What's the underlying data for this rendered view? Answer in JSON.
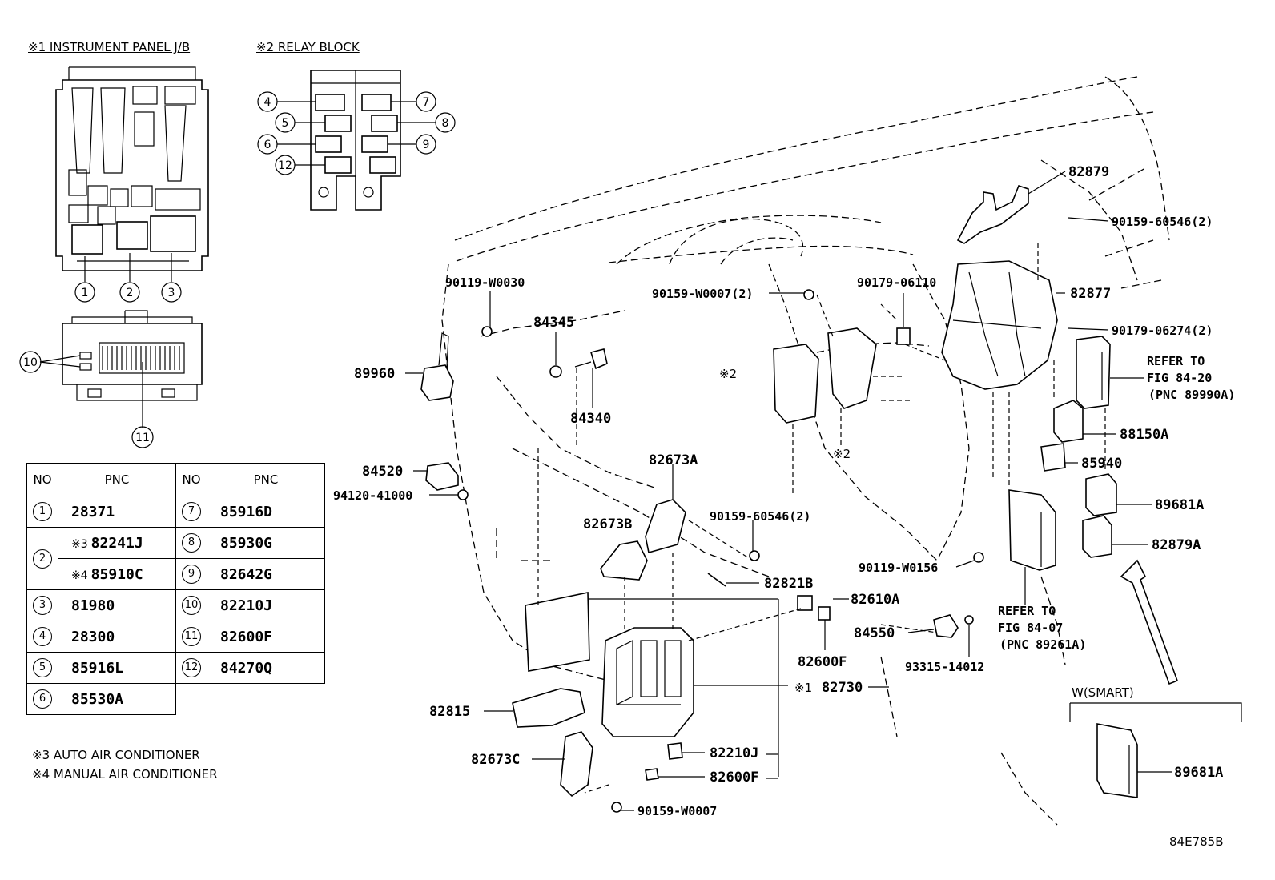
{
  "headers": {
    "instrument_panel": "※1 INSTRUMENT PANEL J/B",
    "relay_block": "※2 RELAY BLOCK"
  },
  "notes": {
    "note3": "※3 AUTO AIR CONDITIONER",
    "note4": "※4 MANUAL AIR CONDITIONER"
  },
  "figure_code": "84E785B",
  "table": {
    "headers": [
      "NO",
      "PNC",
      "NO",
      "PNC"
    ],
    "left": [
      {
        "no": "1",
        "pnc": "28371"
      },
      {
        "no": "2",
        "mark": "※3",
        "pnc": "82241J",
        "mark2": "※4",
        "pnc2": "85910C"
      },
      {
        "no": "3",
        "pnc": "81980"
      },
      {
        "no": "4",
        "pnc": "28300"
      },
      {
        "no": "5",
        "pnc": "85916L"
      },
      {
        "no": "6",
        "pnc": "85530A"
      }
    ],
    "right": [
      {
        "no": "7",
        "pnc": "85916D"
      },
      {
        "no": "8",
        "pnc": "85930G"
      },
      {
        "no": "9",
        "pnc": "82642G"
      },
      {
        "no": "10",
        "pnc": "82210J"
      },
      {
        "no": "11",
        "pnc": "82600F"
      },
      {
        "no": "12",
        "pnc": "84270Q"
      }
    ]
  },
  "jb_callouts": [
    "1",
    "2",
    "3",
    "10",
    "11"
  ],
  "relay_callouts": [
    "4",
    "5",
    "6",
    "12",
    "7",
    "8",
    "9"
  ],
  "labels": {
    "p82879": "82879",
    "p90159_60546_2a": "90159-60546(2)",
    "p90119_w0030": "90119-W0030",
    "p90159_w0007_2": "90159-W0007(2)",
    "p90179_06110": "90179-06110",
    "p82877": "82877",
    "p84345": "84345",
    "p90179_06274_2": "90179-06274(2)",
    "refer1_a": "REFER TO",
    "refer1_b": "FIG 84-20",
    "refer1_c": "(PNC 89990A)",
    "p89960": "89960",
    "mark2a": "※2",
    "p84340": "84340",
    "p88150a": "88150A",
    "mark2b": "※2",
    "p82673a": "82673A",
    "p85940": "85940",
    "p84520": "84520",
    "p94120_41000": "94120-41000",
    "p89681a_1": "89681A",
    "p90159_60546_2b": "90159-60546(2)",
    "p82673b": "82673B",
    "p82879a": "82879A",
    "p90119_w0156": "90119-W0156",
    "p82821b": "82821B",
    "p82610a": "82610A",
    "refer2_a": "REFER TO",
    "refer2_b": "FIG 84-07",
    "refer2_c": "(PNC 89261A)",
    "p84550": "84550",
    "p93315_14012": "93315-14012",
    "p82600f_a": "82600F",
    "mark1": "※1",
    "p82730": "82730",
    "w_smart": "W(SMART)",
    "p82815": "82815",
    "p82210j": "82210J",
    "p82673c": "82673C",
    "p82600f_b": "82600F",
    "p89681a_2": "89681A",
    "p90159_w0007": "90159-W0007"
  }
}
